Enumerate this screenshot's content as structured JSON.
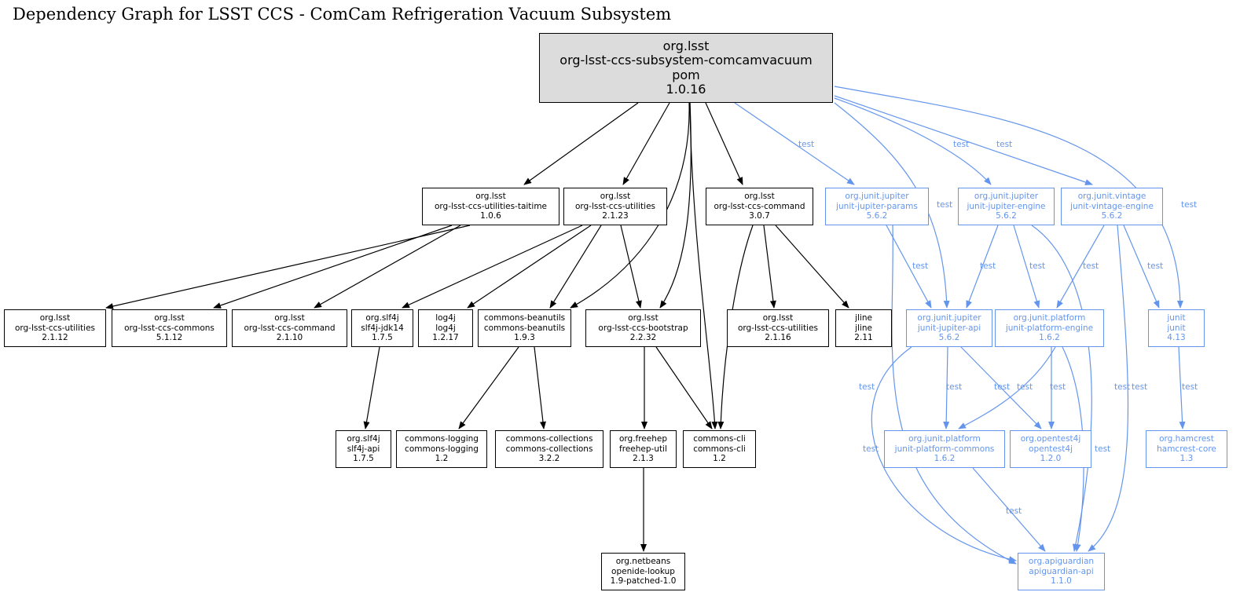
{
  "title": "Dependency Graph for LSST CCS - ComCam Refrigeration Vacuum Subsystem",
  "colors": {
    "compile": "#000000",
    "test": "#6495ed",
    "root_fill": "#dcdcdc"
  },
  "nodes": {
    "root": {
      "group": "org.lsst",
      "artifact": "org-lsst-ccs-subsystem-comcamvacuum",
      "packaging": "pom",
      "version": "1.0.16",
      "scope": "compile"
    },
    "taitime": {
      "group": "org.lsst",
      "artifact": "org-lsst-ccs-utilities-taitime",
      "version": "1.0.6",
      "scope": "compile"
    },
    "utilities2123": {
      "group": "org.lsst",
      "artifact": "org-lsst-ccs-utilities",
      "version": "2.1.23",
      "scope": "compile"
    },
    "command307": {
      "group": "org.lsst",
      "artifact": "org-lsst-ccs-command",
      "version": "3.0.7",
      "scope": "compile"
    },
    "jupiterParams": {
      "group": "org.junit.jupiter",
      "artifact": "junit-jupiter-params",
      "version": "5.6.2",
      "scope": "test"
    },
    "jupiterEngine": {
      "group": "org.junit.jupiter",
      "artifact": "junit-jupiter-engine",
      "version": "5.6.2",
      "scope": "test"
    },
    "vintageEngine": {
      "group": "org.junit.vintage",
      "artifact": "junit-vintage-engine",
      "version": "5.6.2",
      "scope": "test"
    },
    "utilities2112": {
      "group": "org.lsst",
      "artifact": "org-lsst-ccs-utilities",
      "version": "2.1.12",
      "scope": "compile"
    },
    "commons5112": {
      "group": "org.lsst",
      "artifact": "org-lsst-ccs-commons",
      "version": "5.1.12",
      "scope": "compile"
    },
    "command2110": {
      "group": "org.lsst",
      "artifact": "org-lsst-ccs-command",
      "version": "2.1.10",
      "scope": "compile"
    },
    "slf4jJdk14": {
      "group": "org.slf4j",
      "artifact": "slf4j-jdk14",
      "version": "1.7.5",
      "scope": "compile"
    },
    "log4j": {
      "group": "log4j",
      "artifact": "log4j",
      "version": "1.2.17",
      "scope": "compile"
    },
    "beanutils": {
      "group": "commons-beanutils",
      "artifact": "commons-beanutils",
      "version": "1.9.3",
      "scope": "compile"
    },
    "bootstrap": {
      "group": "org.lsst",
      "artifact": "org-lsst-ccs-bootstrap",
      "version": "2.2.32",
      "scope": "compile"
    },
    "utilities2116": {
      "group": "org.lsst",
      "artifact": "org-lsst-ccs-utilities",
      "version": "2.1.16",
      "scope": "compile"
    },
    "jline": {
      "group": "jline",
      "artifact": "jline",
      "version": "2.11",
      "scope": "compile"
    },
    "jupiterApi": {
      "group": "org.junit.jupiter",
      "artifact": "junit-jupiter-api",
      "version": "5.6.2",
      "scope": "test"
    },
    "platformEngine": {
      "group": "org.junit.platform",
      "artifact": "junit-platform-engine",
      "version": "1.6.2",
      "scope": "test"
    },
    "junit": {
      "group": "junit",
      "artifact": "junit",
      "version": "4.13",
      "scope": "test"
    },
    "slf4jApi": {
      "group": "org.slf4j",
      "artifact": "slf4j-api",
      "version": "1.7.5",
      "scope": "compile"
    },
    "logging": {
      "group": "commons-logging",
      "artifact": "commons-logging",
      "version": "1.2",
      "scope": "compile"
    },
    "collections": {
      "group": "commons-collections",
      "artifact": "commons-collections",
      "version": "3.2.2",
      "scope": "compile"
    },
    "freehep": {
      "group": "org.freehep",
      "artifact": "freehep-util",
      "version": "2.1.3",
      "scope": "compile"
    },
    "cli": {
      "group": "commons-cli",
      "artifact": "commons-cli",
      "version": "1.2",
      "scope": "compile"
    },
    "platformCommons": {
      "group": "org.junit.platform",
      "artifact": "junit-platform-commons",
      "version": "1.6.2",
      "scope": "test"
    },
    "opentest4j": {
      "group": "org.opentest4j",
      "artifact": "opentest4j",
      "version": "1.2.0",
      "scope": "test"
    },
    "hamcrest": {
      "group": "org.hamcrest",
      "artifact": "hamcrest-core",
      "version": "1.3",
      "scope": "test"
    },
    "openide": {
      "group": "org.netbeans",
      "artifact": "openide-lookup",
      "version": "1.9-patched-1.0",
      "scope": "compile"
    },
    "apiguardian": {
      "group": "org.apiguardian",
      "artifact": "apiguardian-api",
      "version": "1.1.0",
      "scope": "test"
    }
  },
  "edges": [
    {
      "from": "root",
      "to": "taitime",
      "label": ""
    },
    {
      "from": "root",
      "to": "utilities2123",
      "label": ""
    },
    {
      "from": "root",
      "to": "beanutils",
      "label": ""
    },
    {
      "from": "root",
      "to": "bootstrap",
      "label": ""
    },
    {
      "from": "root",
      "to": "cli",
      "label": ""
    },
    {
      "from": "root",
      "to": "command307",
      "label": ""
    },
    {
      "from": "root",
      "to": "jupiterParams",
      "label": "test"
    },
    {
      "from": "root",
      "to": "jupiterApi",
      "label": "test"
    },
    {
      "from": "root",
      "to": "jupiterEngine",
      "label": "test"
    },
    {
      "from": "root",
      "to": "vintageEngine",
      "label": "test"
    },
    {
      "from": "root",
      "to": "junit",
      "label": "test"
    },
    {
      "from": "taitime",
      "to": "utilities2112",
      "label": ""
    },
    {
      "from": "taitime",
      "to": "commons5112",
      "label": ""
    },
    {
      "from": "taitime",
      "to": "command2110",
      "label": ""
    },
    {
      "from": "utilities2123",
      "to": "slf4jJdk14",
      "label": ""
    },
    {
      "from": "utilities2123",
      "to": "log4j",
      "label": ""
    },
    {
      "from": "utilities2123",
      "to": "beanutils",
      "label": ""
    },
    {
      "from": "utilities2123",
      "to": "bootstrap",
      "label": ""
    },
    {
      "from": "command307",
      "to": "utilities2116",
      "label": ""
    },
    {
      "from": "command307",
      "to": "jline",
      "label": ""
    },
    {
      "from": "command307",
      "to": "cli",
      "label": ""
    },
    {
      "from": "slf4jJdk14",
      "to": "slf4jApi",
      "label": ""
    },
    {
      "from": "beanutils",
      "to": "logging",
      "label": ""
    },
    {
      "from": "beanutils",
      "to": "collections",
      "label": ""
    },
    {
      "from": "bootstrap",
      "to": "freehep",
      "label": ""
    },
    {
      "from": "bootstrap",
      "to": "cli",
      "label": ""
    },
    {
      "from": "freehep",
      "to": "openide",
      "label": ""
    },
    {
      "from": "jupiterParams",
      "to": "jupiterApi",
      "label": "test"
    },
    {
      "from": "jupiterParams",
      "to": "apiguardian",
      "label": "test"
    },
    {
      "from": "jupiterEngine",
      "to": "jupiterApi",
      "label": "test"
    },
    {
      "from": "jupiterEngine",
      "to": "platformEngine",
      "label": "test"
    },
    {
      "from": "jupiterEngine",
      "to": "apiguardian",
      "label": "test"
    },
    {
      "from": "vintageEngine",
      "to": "platformEngine",
      "label": "test"
    },
    {
      "from": "vintageEngine",
      "to": "junit",
      "label": "test"
    },
    {
      "from": "vintageEngine",
      "to": "apiguardian",
      "label": "test"
    },
    {
      "from": "jupiterApi",
      "to": "platformCommons",
      "label": "test"
    },
    {
      "from": "jupiterApi",
      "to": "opentest4j",
      "label": "test"
    },
    {
      "from": "jupiterApi",
      "to": "apiguardian",
      "label": "test"
    },
    {
      "from": "platformEngine",
      "to": "platformCommons",
      "label": "test"
    },
    {
      "from": "platformEngine",
      "to": "opentest4j",
      "label": "test"
    },
    {
      "from": "platformEngine",
      "to": "apiguardian",
      "label": "test"
    },
    {
      "from": "platformCommons",
      "to": "apiguardian",
      "label": "test"
    },
    {
      "from": "junit",
      "to": "hamcrest",
      "label": "test"
    }
  ]
}
